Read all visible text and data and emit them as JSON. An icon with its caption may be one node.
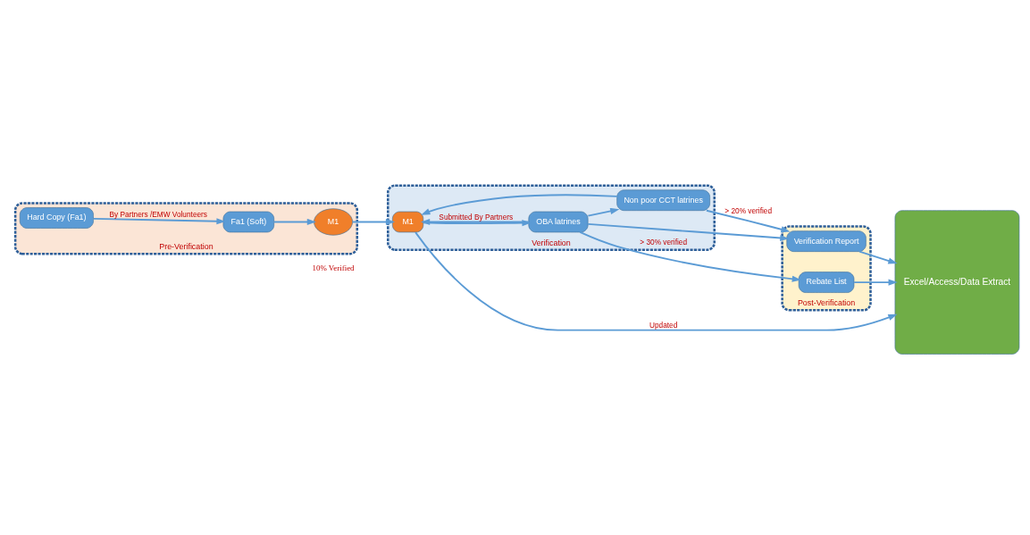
{
  "diagram": {
    "nodes": [
      {
        "text": [
          "Pre-Verification"
        ]
      },
      {
        "text": [
          "Hard Copy (Fa1)"
        ],
        "in": 0
      },
      {
        "text": [
          "Fa1 (Soft)"
        ],
        "in": 0
      },
      {
        "text": [
          "M1"
        ],
        "in": 0
      },
      {
        "text": [
          "Verification"
        ]
      },
      {
        "text": [
          "M1"
        ],
        "in": 4
      },
      {
        "text": [
          "OBA latrines"
        ],
        "in": 4
      },
      {
        "text": [
          "Non poor CCT latrines"
        ],
        "in": 4
      },
      {
        "text": [
          "Post-Verification"
        ]
      },
      {
        "text": [
          "Rebate List"
        ],
        "in": 8
      },
      {
        "text": [
          "Verification Report"
        ],
        "in": 8
      },
      {
        "text": [
          "Excel/Access/Data Extract"
        ]
      }
    ],
    "edges": [
      {
        "from": 1,
        "to": 2,
        "arrow": "to",
        "label": "By Partners /EMW Volunteers"
      },
      {
        "from": 2,
        "to": 3,
        "arrow": "to"
      },
      {
        "from": 3,
        "to": 5,
        "arrow": "to"
      },
      {
        "from": 5,
        "to": 6,
        "arrow": "to"
      },
      {
        "from": 6,
        "to": 7,
        "arrow": "to"
      },
      {
        "from": 6,
        "to": 5,
        "arrow": "to",
        "label": "Submitted By Partners"
      },
      {
        "from": 7,
        "to": 5,
        "arrow": "to"
      },
      {
        "from": 5,
        "to": 11,
        "arrow": "to",
        "label": "Updated"
      },
      {
        "from": 6,
        "to": 9,
        "arrow": "to",
        "label": "> 30% verified"
      },
      {
        "from": 6,
        "to": 10,
        "arrow": "to"
      },
      {
        "from": 7,
        "to": 10,
        "arrow": "to",
        "label": "> 20% verified"
      },
      {
        "from": 9,
        "to": 11,
        "arrow": "to"
      },
      {
        "from": 10,
        "to": 11,
        "arrow": "to"
      }
    ],
    "labels": [
      "10% Verified"
    ]
  }
}
